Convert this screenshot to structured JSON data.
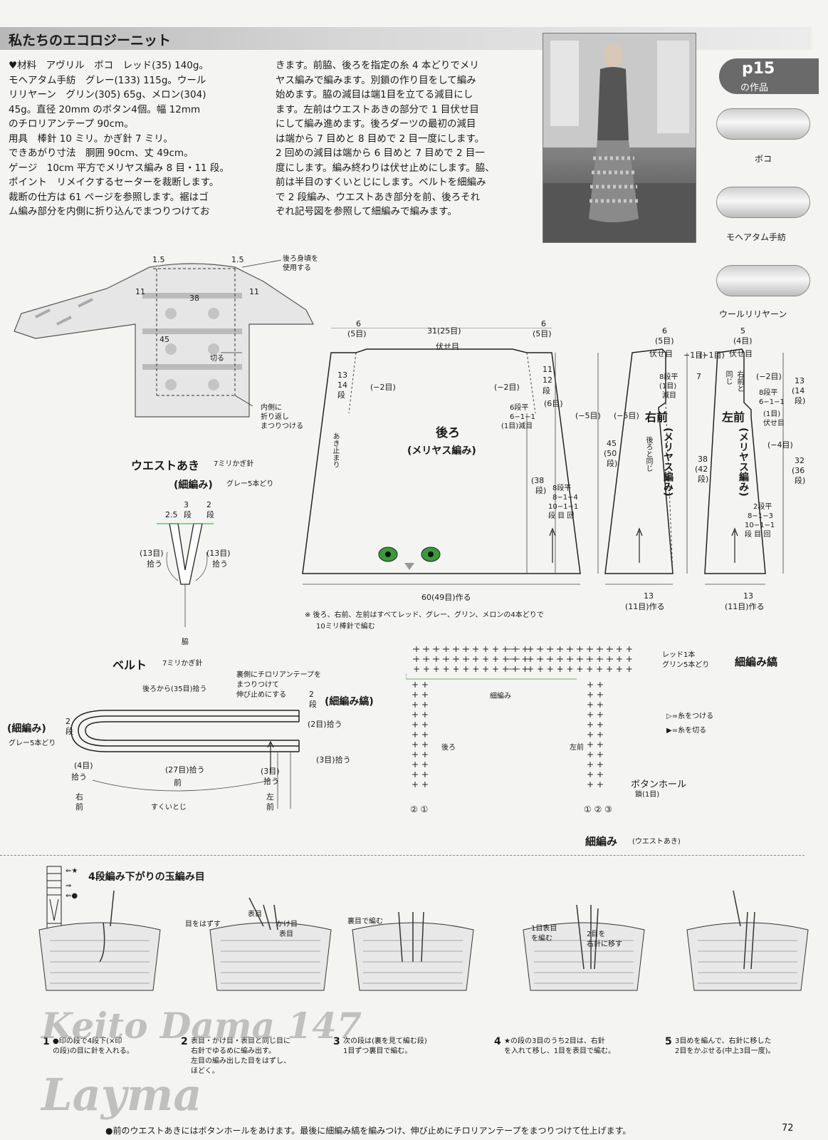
{
  "header": {
    "title": "私たちのエコロジーニット"
  },
  "materials": {
    "lines_left": [
      "♥材料　アヴリル　ボコ　レッド(35) 140g。",
      "モヘアタム手紡　グレー(133) 115g。ウール",
      "リリヤーン　グリン(305) 65g、メロン(304)",
      "45g。直径 20mm のボタン4個。幅 12mm",
      "のチロリアンテープ 90cm。",
      "用具　棒針 10 ミリ。かぎ針 7 ミリ。",
      "できあがり寸法　胴囲 90cm、丈 49cm。",
      "ゲージ　10cm 平方でメリヤス編み 8 目・11 段。",
      "ポイント　リメイクするセーターを裁断します。",
      "裁断の仕方は 61 ページを参照します。裾はゴ",
      "ム編み部分を内側に折り込んでまつりつけてお"
    ],
    "lines_right": [
      "きます。前脇、後ろを指定の糸 4 本どりでメリ",
      "ヤス編みで編みます。別鎖の作り目をして編み",
      "始めます。脇の減目は端1目を立てる減目にし",
      "ます。左前はウエストあきの部分で 1 目伏せ目",
      "にして編み進めます。後ろダーツの最初の減目",
      "は端から 7 目めと 8 目めで 2 目一度にします。",
      "2 回めの減目は端から 6 目めと 7 目めで 2 目一",
      "度にします。編み終わりは伏せ止めにします。脇、",
      "前は半目のすくいとじにします。ベルトを細編み",
      "で 2 段編み、ウエストあき部分を前、後ろそれ",
      "ぞれ記号図を参照して細編みで編みます。"
    ]
  },
  "badge": {
    "page": "p15",
    "sub": "の作品"
  },
  "yarns": [
    {
      "label": "ボコ"
    },
    {
      "label": "モヘアタム手紡"
    },
    {
      "label": "ウールリリヤーン"
    }
  ],
  "sweater": {
    "n15": "1.5",
    "n38": "38",
    "n11a": "11",
    "n11b": "11",
    "n45": "45",
    "use_back": "後ろ身頃を",
    "use_back2": "使用する",
    "cut": "切る",
    "fold1": "内側に",
    "fold2": "折り返し",
    "fold3": "まつりつける"
  },
  "skirt_back": {
    "top6l": "6",
    "top5l": "(5目)",
    "top31": "31(25目)",
    "top6r": "6",
    "top5r": "(5目)",
    "bind": "伏せ目",
    "rows13": "13",
    "rows14": "14",
    "rows_dan": "段",
    "minus2l": "(−2目)",
    "minus2r": "(−2目)",
    "minus6": "(6目)",
    "r11": "11",
    "r12": "12",
    "r_dan": "段",
    "dec1": "6段平",
    "dec2": "6−1−1",
    "dec3": "(1目)減目",
    "minus5": "(−5目)",
    "name": "後ろ",
    "stitch": "(メリヤス編み)",
    "open1": "あき止まり",
    "r38": "(38",
    "r38b": "段)",
    "dec4": "8段平",
    "dec5": "8−1−4",
    "dec6": "10−1−1",
    "dec7": "段 目 回",
    "r45": "45",
    "r50": "(50",
    "r50b": "段)",
    "bottom": "60(49目)作る"
  },
  "right_front": {
    "w6": "6",
    "w5": "(5目)",
    "bind": "伏せ目",
    "minus1": "−1目)",
    "dec1": "8段平",
    "dec2": "(1目)",
    "dec3": "減目",
    "minus5": "(−5目)",
    "name": "右前",
    "stitch": "(メリヤス編み)",
    "same": "後ろと同じ",
    "r7": "7",
    "bottom13": "13",
    "bottom11": "(11目)作る"
  },
  "left_front": {
    "w5": "5",
    "w4": "(4目)",
    "bind": "伏せ目",
    "minus1": "(−1目)",
    "same1": "右前と",
    "same2": "同じ",
    "minus2": "(−2目)",
    "dec1": "8段平",
    "dec2": "6−1−1",
    "dec3": "(1目)",
    "dec4": "伏せ目",
    "minus4": "(−4目)",
    "name": "左前",
    "stitch": "(メリヤス編み)",
    "r38": "38",
    "r42": "(42",
    "r42b": "段)",
    "r13": "13",
    "r14": "(14",
    "r14b": "段)",
    "r32": "32",
    "r36": "(36",
    "r36b": "段)",
    "dec5": "2段平",
    "dec6": "8−1−3",
    "dec7": "10−1−1",
    "dec8": "段 目 回",
    "bottom13": "13",
    "bottom11": "(11目)作る"
  },
  "note": {
    "line1": "※ 後ろ、右前、左前はすべてレッド、グレー、グリン、メロンの4本どりで",
    "line2": "10ミリ棒針で編む"
  },
  "waist": {
    "title": "ウエストあき",
    "hook": "7ミリかぎ針",
    "stitch": "(細編み)",
    "yarn": "グレー5本どり",
    "n25": "2.5",
    "n3": "3",
    "n2": "2",
    "dan": "段",
    "left13": "(13目)",
    "left_pick": "拾う",
    "right13": "(13目)",
    "right_pick": "拾う",
    "side": "脇"
  },
  "belt": {
    "title": "ベルト",
    "hook": "7ミリかぎ針",
    "from_back": "後ろから(35目)拾う",
    "tape1": "裏側にチロリアンテープを",
    "tape2": "まつりつけて",
    "tape3": "伸び止めにする",
    "stripe": "(細編み縞)",
    "n2a": "2",
    "dan": "段",
    "sc": "(細編み)",
    "n2b": "2",
    "gray": "グレー5本どり",
    "pick2": "(2目)拾う",
    "pick3": "(3目)拾う",
    "pick4": "(4目)",
    "pick4b": "拾う",
    "pick27": "(27目)拾う",
    "pick3b": "(3目)",
    "pick3c": "拾う",
    "front": "前",
    "rfront1": "右",
    "rfront2": "前",
    "lfront1": "左",
    "lfront2": "前",
    "sukui": "すくいとじ"
  },
  "chart": {
    "red": "レッド1本",
    "green": "グリン5本どり",
    "stripe": "細編み縞",
    "sc": "細編み",
    "back": "後ろ",
    "lfront": "左前",
    "attach": "▷=糸をつける",
    "cut": "▶=糸を切る",
    "buttonhole": "ボタンホール",
    "chain": "鎖(1目)",
    "bottom": "細編み",
    "bottom_sub": "(ウエストあき)"
  },
  "bobble": {
    "title": "4段編み下がりの玉編み目",
    "s2_a": "目をはずす",
    "s2_b": "表目",
    "s2_c": "かけ目",
    "s2_d": "表目",
    "s3_a": "裏目で編む",
    "s4_a": "1目表目",
    "s4_b": "を編む",
    "s4_c": "2目を",
    "s4_d": "右針に移す",
    "steps": [
      {
        "num": "1",
        "l1": "●印の段で4段下(×印",
        "l2": "の段)の目に針を入れる。"
      },
      {
        "num": "2",
        "l1": "表目・かけ目・表目と同じ目に",
        "l2": "右針でゆるめに編み出す。",
        "l3": "左目の編み出した目をはずし、",
        "l4": "ほどく。"
      },
      {
        "num": "3",
        "l1": "次の段は(裏を見て編む段)",
        "l2": "1目ずつ裏目で編む。"
      },
      {
        "num": "4",
        "l1": "★の段の3目のうち2目は、右針",
        "l2": "を入れて移し、1目を表目で編む。"
      },
      {
        "num": "5",
        "l1": "3目めを編んで、右針に移した",
        "l2": "2目をかぶせる(中上3目一度)。"
      }
    ]
  },
  "footer": {
    "text": "●前のウエストあきにはボタンホールをあけます。最後に細編み縞を編みつけ、伸び止めにチロリアンテープをまつりつけて仕上げます。",
    "page_no": "72"
  },
  "watermark": {
    "line1": "Keito Dama 147",
    "line2": "Layma"
  },
  "colors": {
    "title_bar": "#b8b8b8",
    "badge": "#6a6a6a",
    "eyes": "#3a9a3a"
  }
}
